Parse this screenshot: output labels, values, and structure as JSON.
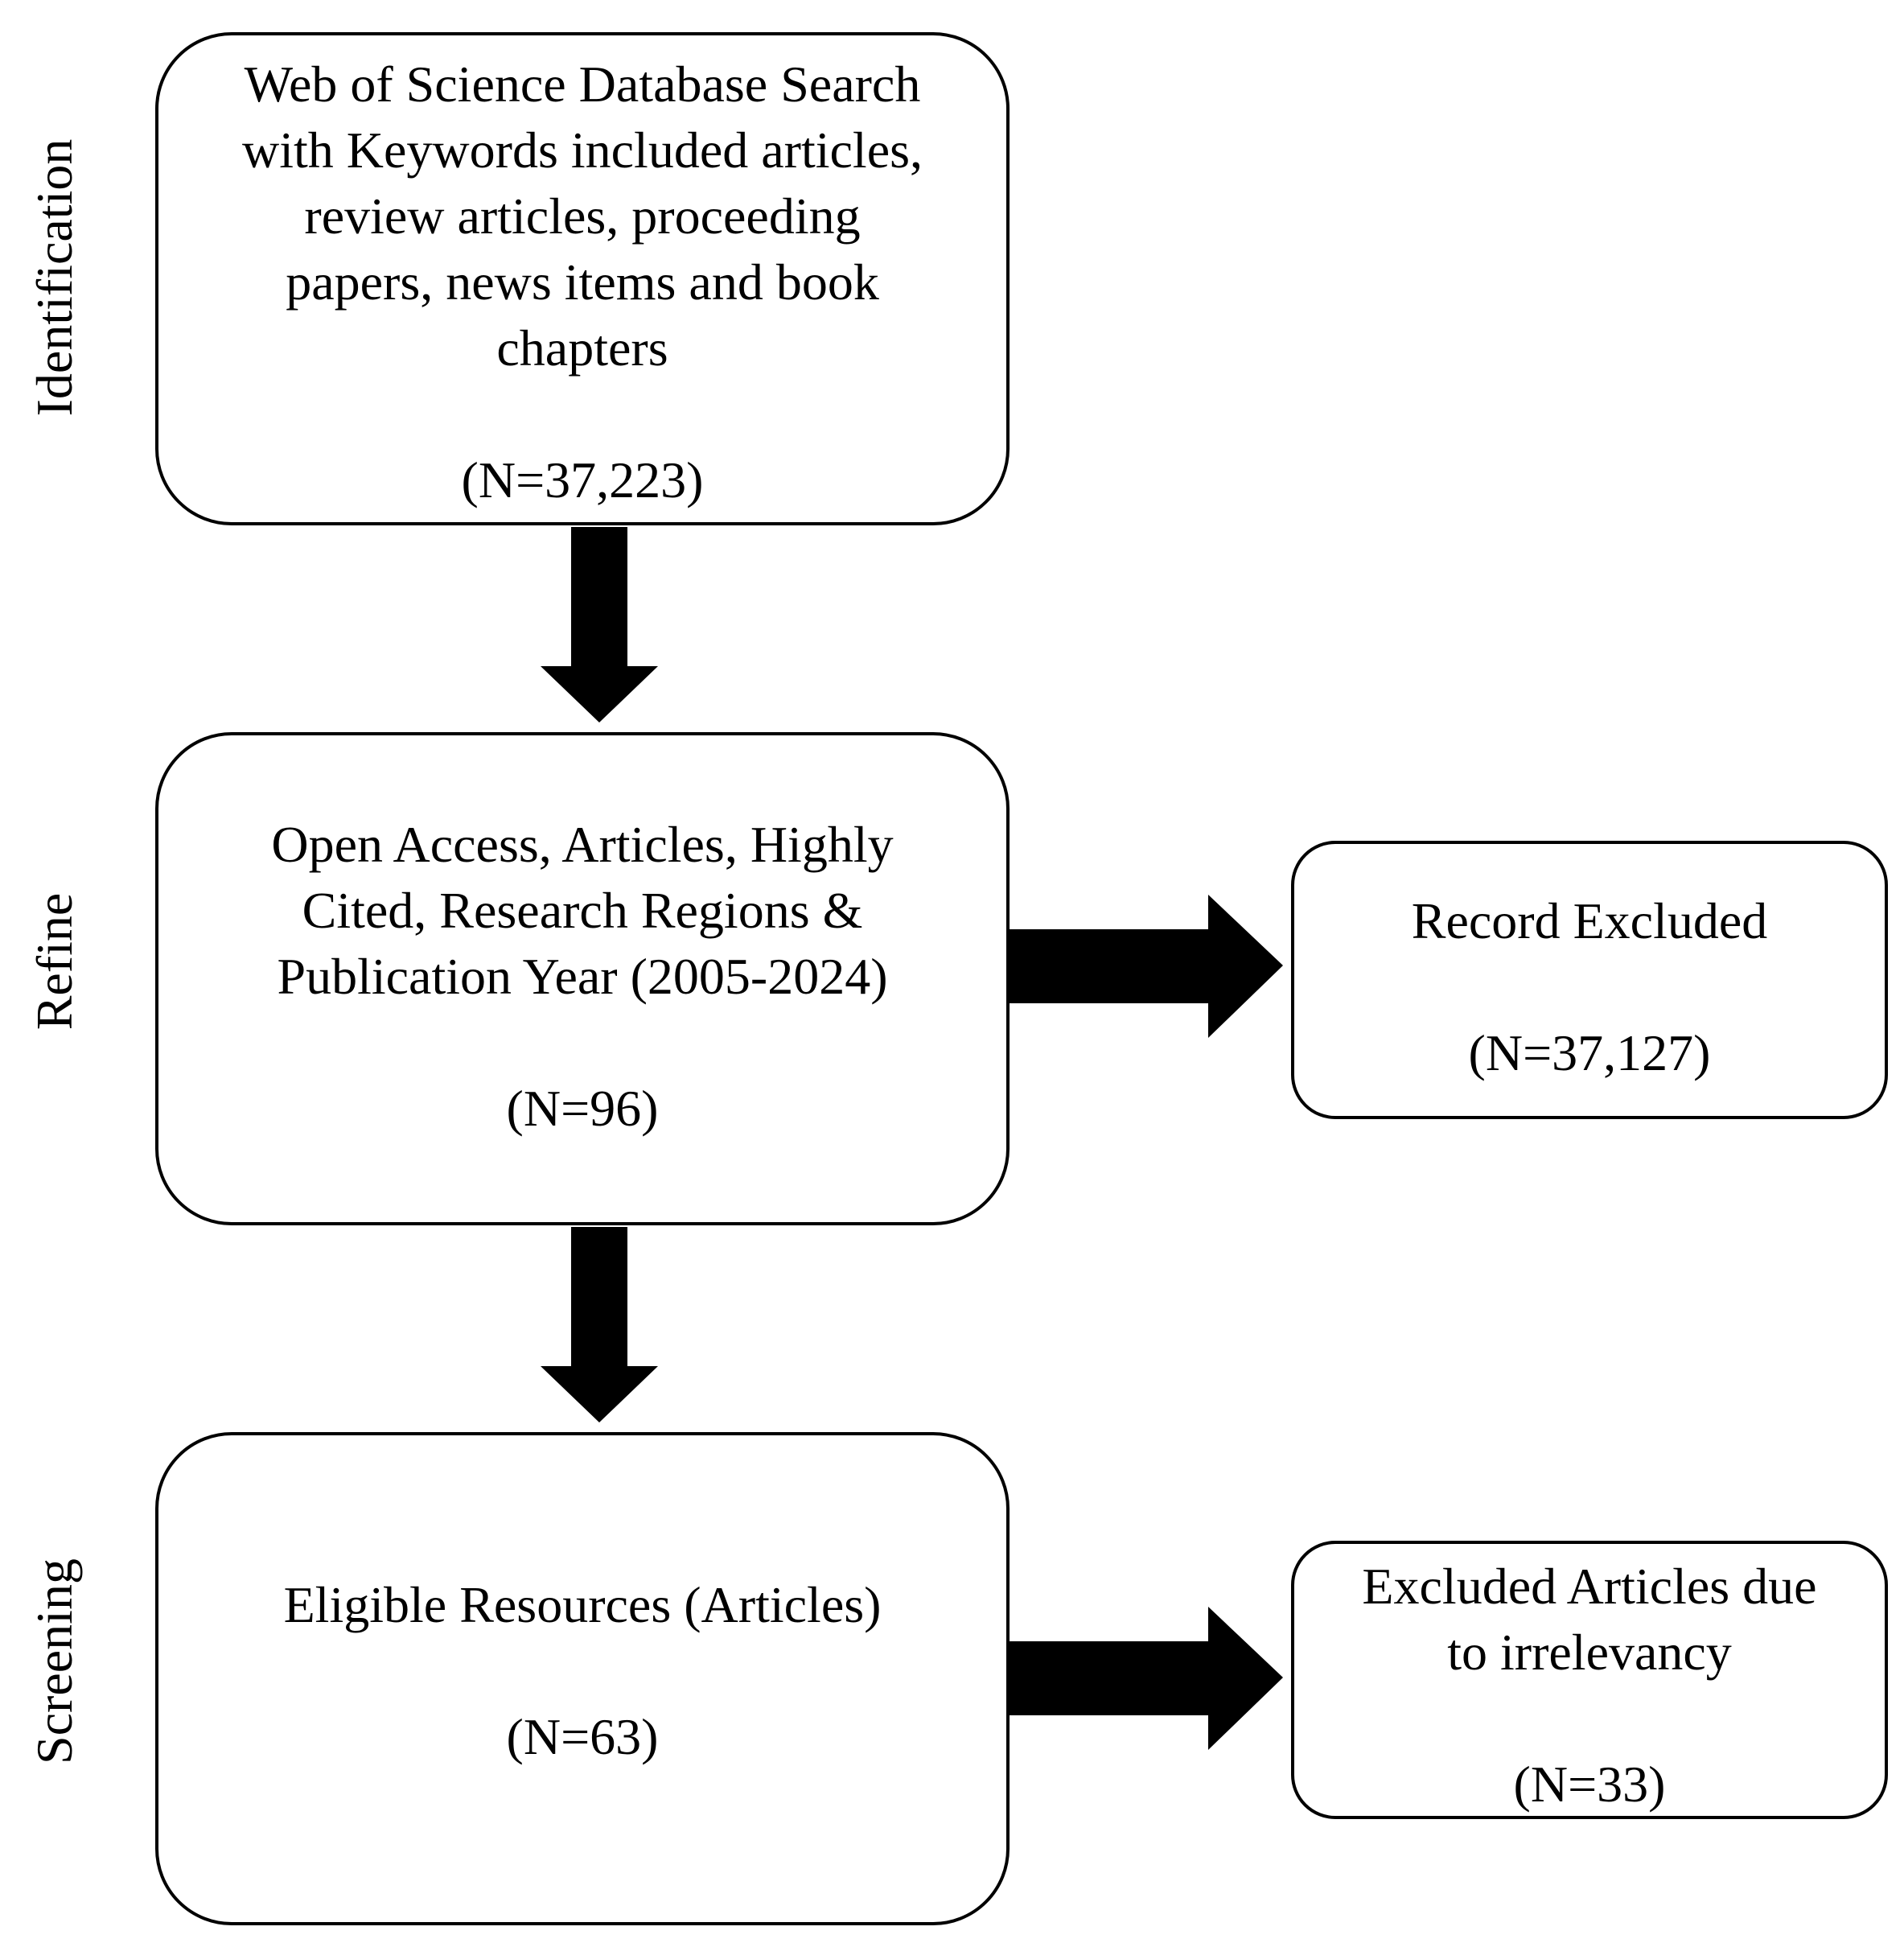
{
  "stages": {
    "identification": "Identification",
    "refine": "Refine",
    "screening": "Screening"
  },
  "boxes": {
    "identification": {
      "text": "Web of Science Database Search\nwith Keywords included articles,\nreview articles, proceeding\npapers, news items and book\nchapters",
      "count": "(N=37,223)"
    },
    "refine": {
      "text": "Open Access, Articles, Highly\nCited, Research Regions &\nPublication Year (2005-2024)",
      "count": "(N=96)"
    },
    "screening": {
      "text": "Eligible Resources (Articles)",
      "count": "(N=63)"
    },
    "record_excluded": {
      "text": "Record Excluded",
      "count": "(N=37,127)"
    },
    "excluded_irrelevant": {
      "text": "Excluded Articles due\nto irrelevancy",
      "count": "(N=33)"
    }
  },
  "colors": {
    "stroke": "#000000",
    "arrow_fill": "#000000",
    "background": "#ffffff"
  }
}
